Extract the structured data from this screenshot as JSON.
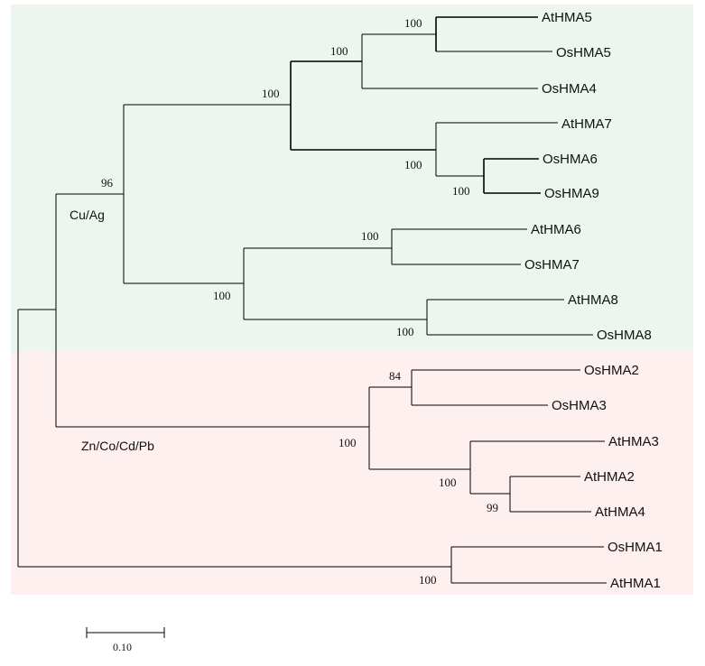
{
  "colors": {
    "cu_ag_bg": "#edf5ef",
    "zn_bg": "#fdf0ef",
    "line": "#000000"
  },
  "groups": {
    "cu_ag": "Cu/Ag",
    "zn": "Zn/Co/Cd/Pb"
  },
  "leaves": {
    "AtHMA5": "AtHMA5",
    "OsHMA5": "OsHMA5",
    "OsHMA4": "OsHMA4",
    "AtHMA7": "AtHMA7",
    "OsHMA6": "OsHMA6",
    "OsHMA9": "OsHMA9",
    "AtHMA6": "AtHMA6",
    "OsHMA7": "OsHMA7",
    "AtHMA8": "AtHMA8",
    "OsHMA8": "OsHMA8",
    "OsHMA2": "OsHMA2",
    "OsHMA3": "OsHMA3",
    "AtHMA3": "AtHMA3",
    "AtHMA2": "AtHMA2",
    "AtHMA4": "AtHMA4",
    "OsHMA1": "OsHMA1",
    "AtHMA1": "AtHMA1"
  },
  "bootstrap": {
    "n1": "100",
    "n2": "100",
    "n3": "100",
    "n4": "100",
    "n5": "100",
    "n6": "96",
    "n7": "100",
    "n8": "100",
    "n9": "100",
    "n10": "84",
    "n11": "100",
    "n12": "100",
    "n13": "99",
    "n14": "100"
  },
  "scale_bar": {
    "label": "0.10"
  }
}
